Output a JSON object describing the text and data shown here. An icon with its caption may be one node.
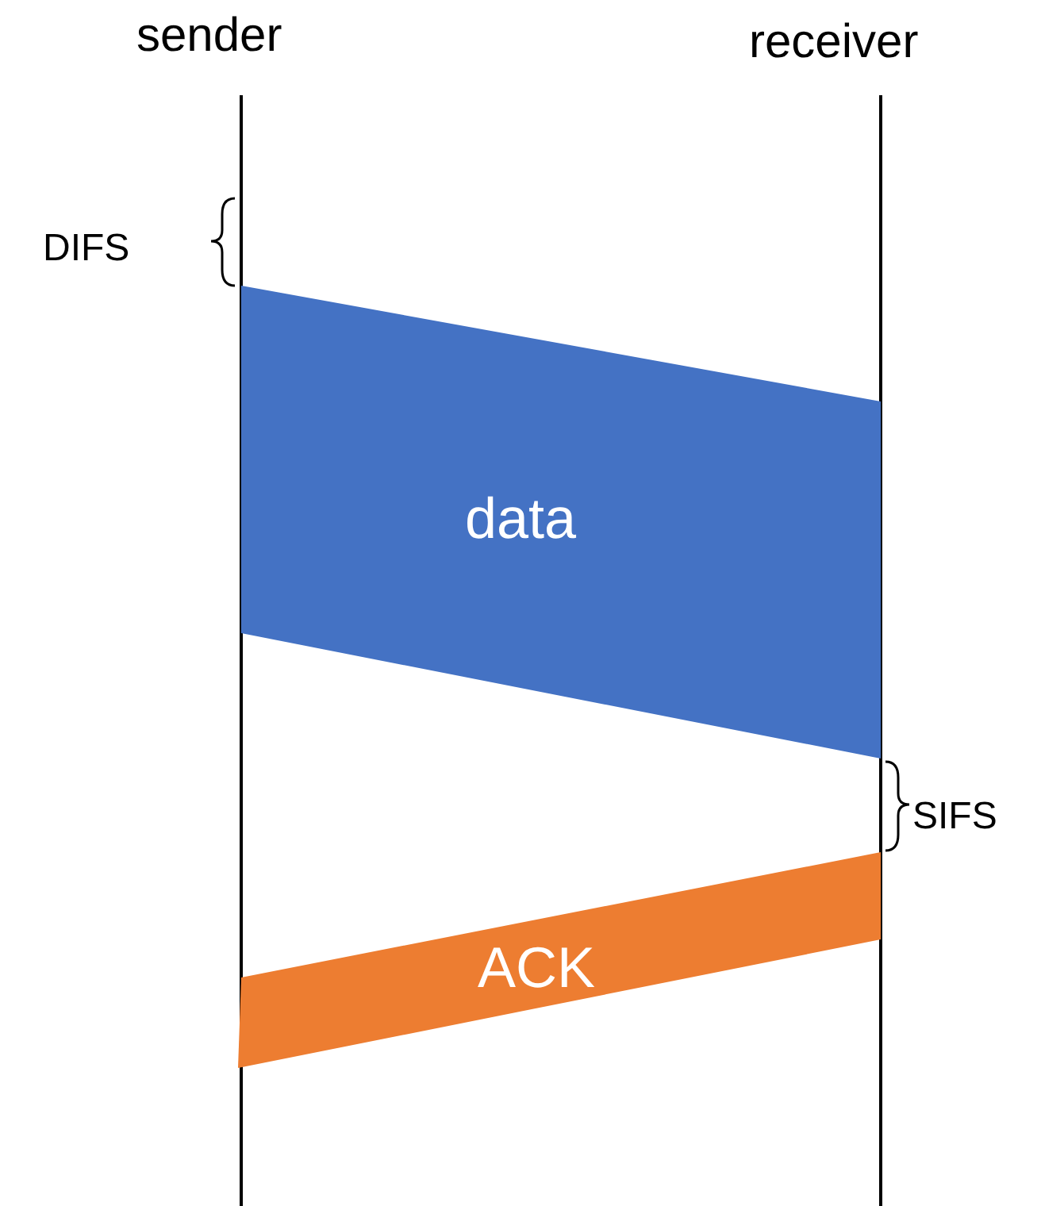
{
  "diagram": {
    "nodes": [
      {
        "text": [
          "data"
        ]
      },
      {
        "text": [
          "ACK"
        ]
      }
    ],
    "labels": [
      "sender",
      "receiver",
      "DIFS",
      "SIFS"
    ]
  }
}
